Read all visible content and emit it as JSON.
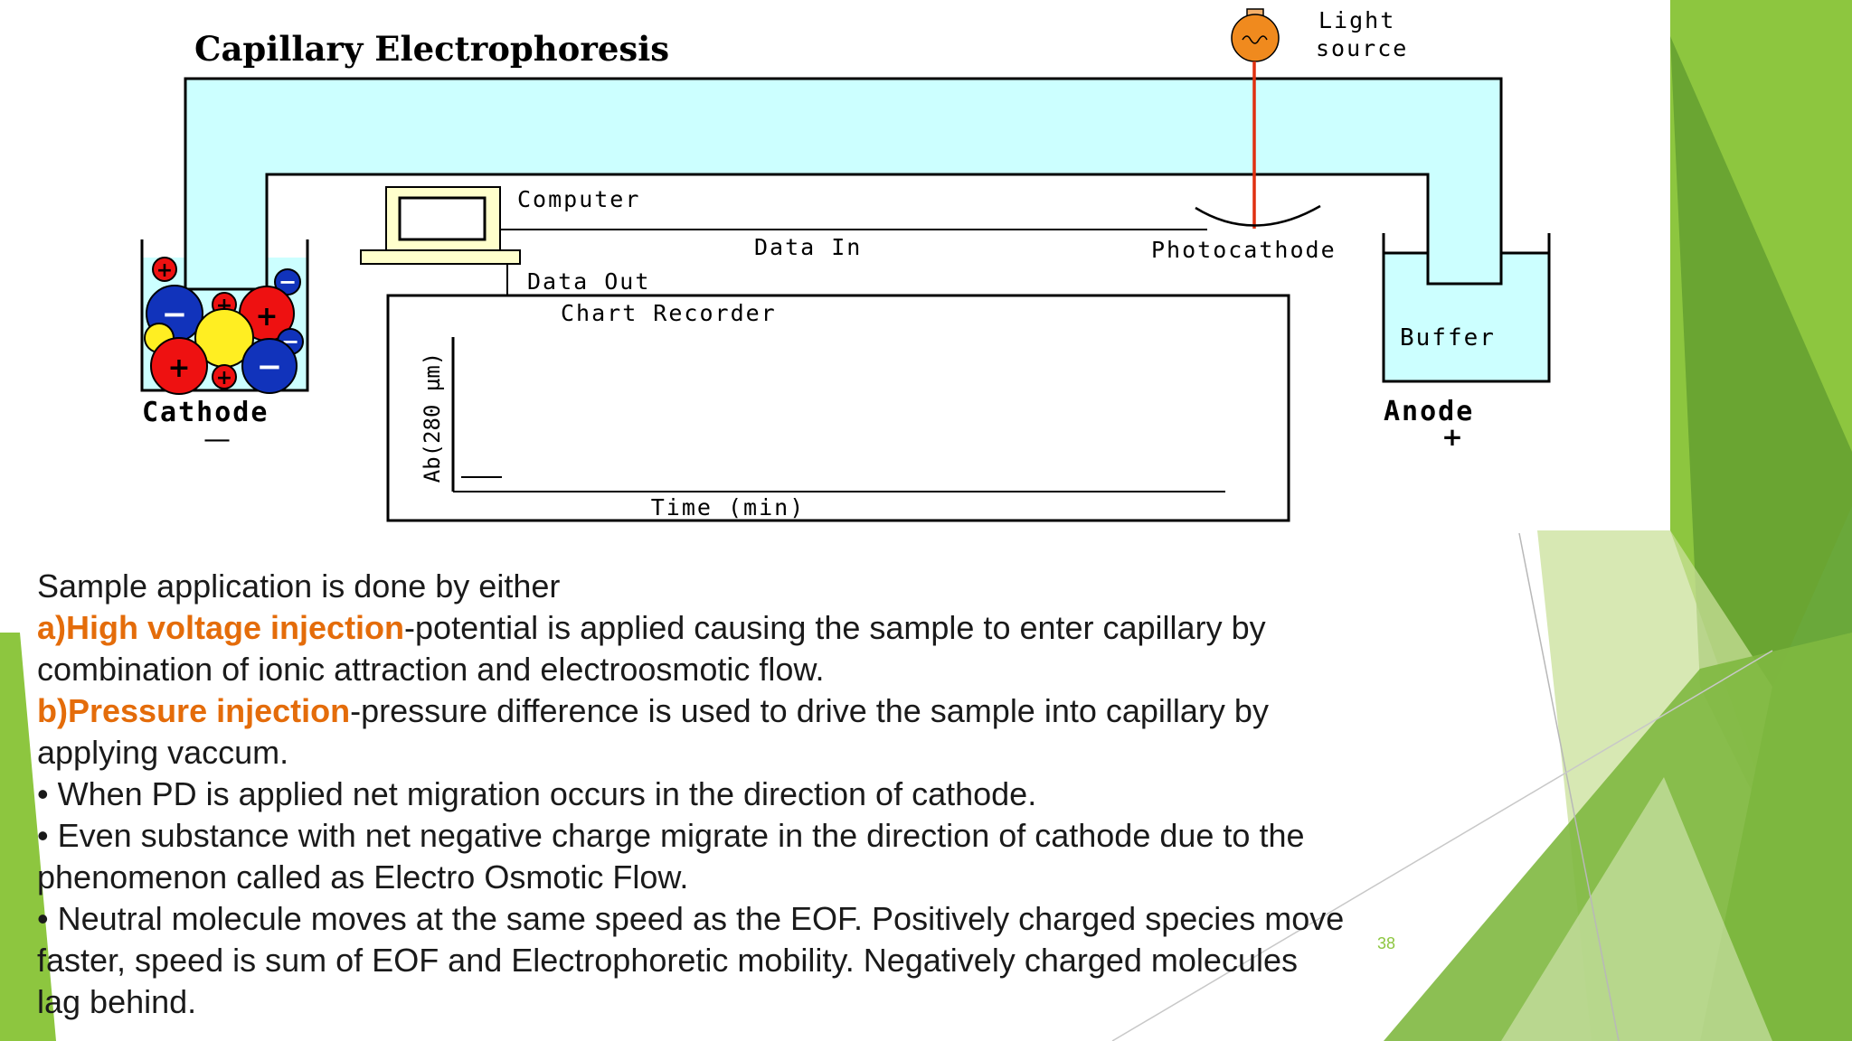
{
  "diagram": {
    "title": "Capillary Electrophoresis",
    "light_source": [
      "Light",
      "source"
    ],
    "computer": "Computer",
    "data_in": "Data In",
    "data_out": "Data Out",
    "photocathode": "Photocathode",
    "chart_recorder": "Chart Recorder",
    "y_axis": "Ab(280 µm)",
    "x_axis": "Time (min)",
    "buffer": "Buffer",
    "cathode": "Cathode",
    "cathode_sign": "—",
    "anode": "Anode",
    "anode_sign": "+",
    "ion_signs": {
      "positive": "+",
      "negative": "−"
    }
  },
  "text": {
    "intro": "Sample application is done by either",
    "a_label": "a)High voltage injection",
    "a_text": "-potential is applied causing the sample to enter capillary by",
    "a_text2": "combination of ionic attraction and electroosmotic flow.",
    "b_label": "b)Pressure injection",
    "b_text": "-pressure difference is used to drive the sample into capillary by",
    "b_text2": "applying vaccum.",
    "bullet1": "• When PD is applied net migration occurs in the direction of cathode.",
    "bullet2a": "• Even substance with net negative charge migrate in the direction of cathode due to the",
    "bullet2b": "phenomenon called as Electro Osmotic Flow.",
    "bullet3a": "• Neutral molecule moves at the same speed as the EOF. Positively charged species move",
    "bullet3b": "faster, speed is sum of EOF and Electrophoretic mobility. Negatively charged molecules",
    "bullet3c": "lag behind."
  },
  "slide_number": "38",
  "colors": {
    "capillary": "#ccffff",
    "highlight": "#e46c0a",
    "laser": "#e03010",
    "bulb": "#f08a1e",
    "computer": "#ffffcc",
    "positive_ion": "#ee1111",
    "negative_ion": "#1133bb",
    "neutral_ion": "#ffee22",
    "green_accent": "#8dc63f"
  }
}
